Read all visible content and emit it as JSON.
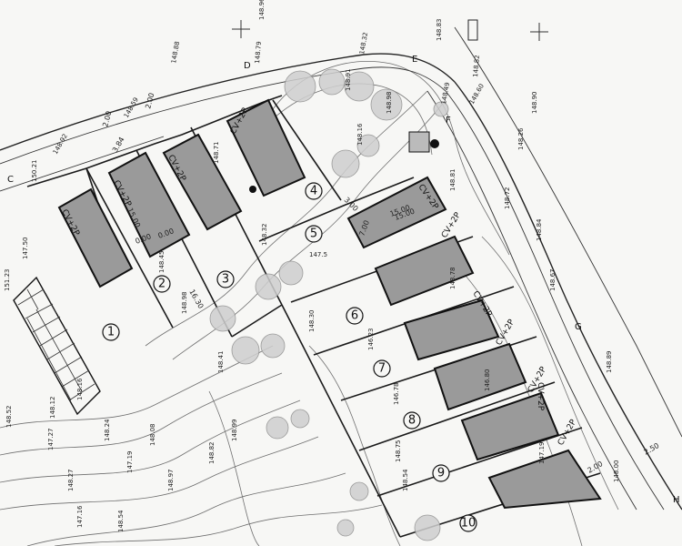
{
  "lot_numbers": [
    "1",
    "2",
    "3",
    "4",
    "5",
    "6",
    "7",
    "8",
    "9",
    "10"
  ],
  "cv_labels": [
    "CV+2P",
    "CV+2P",
    "CV+2P",
    "CV+2P",
    "CV+2P",
    "CV+2P",
    "CV+2P",
    "CV+2P",
    "CV+2P",
    "CV+2P",
    "CV+2P"
  ],
  "point_letters": [
    "C",
    "D",
    "E",
    "F",
    "G",
    "H"
  ],
  "elevations": [
    "148.96",
    "148.88",
    "148.79",
    "148.82",
    "148.32",
    "148.91",
    "148.83",
    "148.49",
    "148.60",
    "148.26",
    "148.98",
    "148.16",
    "148.71",
    "148.81",
    "147.5",
    "148.78",
    "148.32",
    "148.45",
    "148.98",
    "148.30",
    "146.23",
    "146.78",
    "146.80",
    "148.89",
    "147.19",
    "148.52",
    "148.16",
    "148.24",
    "147.19",
    "148.27",
    "148.97",
    "148.82",
    "148.54",
    "148.75",
    "148.99",
    "147.50",
    "148.12",
    "148.41",
    "151.23",
    "150.21",
    "148.92",
    "148.59",
    "147.16",
    "148.54",
    "147.27",
    "148.08",
    "148.00",
    "148.90",
    "148.72",
    "148.84",
    "148.67"
  ],
  "dimensions": [
    "2.00",
    "2.00",
    "3.84",
    "15.00",
    "15.00",
    "0.00",
    "0.00",
    "16.30",
    "3.00",
    "15.00",
    "7.00",
    "2.00",
    "2.50"
  ],
  "colors": {
    "building": "#9a9a9a",
    "line": "#1a1a1a",
    "tree": "#cfcfcf",
    "paper": "#f7f7f5"
  }
}
